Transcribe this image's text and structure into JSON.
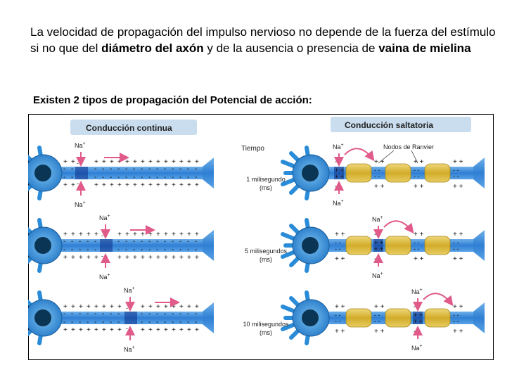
{
  "intro": {
    "part1": "La velocidad de propagación del impulso nervioso no depende de la fuerza del estímulo si no que del ",
    "bold1": "diámetro del axón",
    "part2": " y de la ausencia o presencia de ",
    "bold2": "vaina de mielina"
  },
  "subtitle": "Existen 2 tipos de propagación del Potencial de acción:",
  "diagram": {
    "left_title": "Conducción continua",
    "right_title": "Conducción saltatoria",
    "time_header": "Tiempo",
    "nodes_label": "Nodos de Ranvier",
    "ion_label": "Na+",
    "times": [
      {
        "line1": "1 milisegundo",
        "line2": "(ms)"
      },
      {
        "line1": "5 milisegundos",
        "line2": "(ms)"
      },
      {
        "line1": "10 milisegundos",
        "line2": "(ms)"
      }
    ],
    "colors": {
      "axon": "#2e7fd6",
      "axon_light": "#7fbdf0",
      "soma": "#2a8cd8",
      "nucleus": "#0b3554",
      "myelin": "#d9b93a",
      "arrow": "#e05a8a",
      "title_bar": "#c9ddee",
      "border": "#000000"
    }
  }
}
